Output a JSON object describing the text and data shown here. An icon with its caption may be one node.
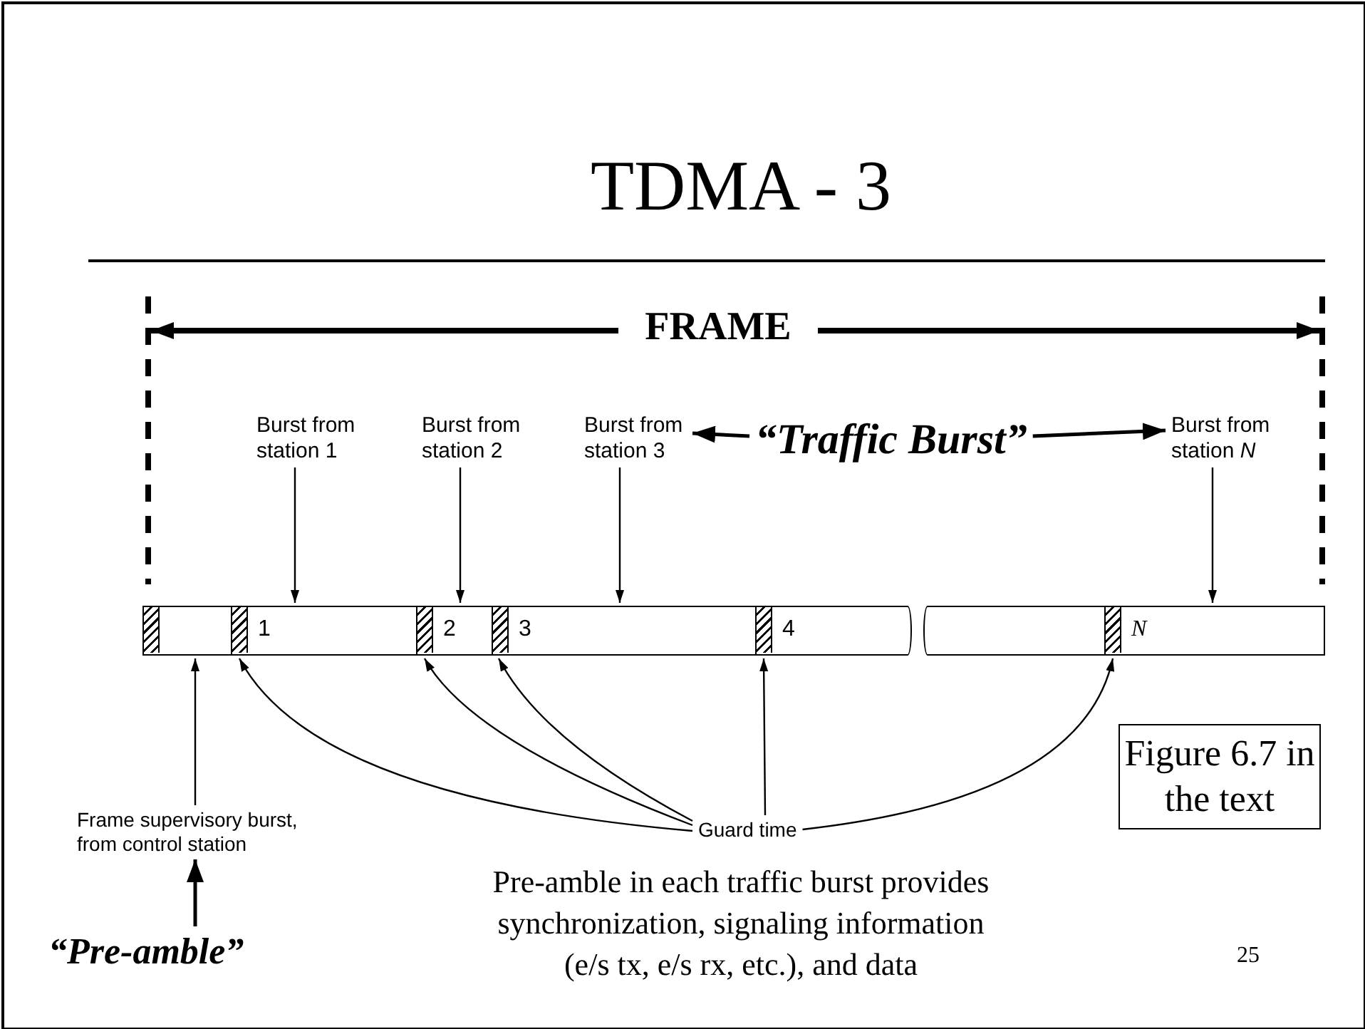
{
  "diagram": {
    "title": "TDMA - 3",
    "nodes": [
      {
        "text": [
          "Burst from station 1"
        ]
      },
      {
        "text": [
          "Burst from station 2"
        ]
      },
      {
        "text": [
          "Burst from station 3"
        ]
      },
      {
        "text": [
          "“Traffic Burst”"
        ]
      },
      {
        "text": [
          "Burst from station *N*"
        ]
      },
      {
        "text": [],
        "shape": "box"
      },
      {
        "text": [
          "1"
        ]
      },
      {
        "text": [
          "2"
        ]
      },
      {
        "text": [
          "3"
        ]
      },
      {
        "text": [
          "4"
        ]
      },
      {
        "text": [],
        "shape": "box"
      },
      {
        "text": [
          "N"
        ]
      },
      {
        "text": [
          "Frame supervisory burst, from control station"
        ]
      },
      {
        "text": [
          "Guard time"
        ]
      },
      {
        "text": [
          "“Pre-amble”"
        ]
      },
      {
        "text": [
          "Figure 6.7 in the text"
        ]
      }
    ],
    "edges": [
      {
        "from": 0,
        "to": 6,
        "arrow": "to"
      },
      {
        "from": 1,
        "to": 7,
        "arrow": "to"
      },
      {
        "from": 2,
        "to": 8,
        "arrow": "to"
      },
      {
        "from": 4,
        "to": 11,
        "arrow": "to"
      },
      {
        "from": 3,
        "to": 2,
        "arrow": "to"
      },
      {
        "from": 3,
        "to": 4,
        "arrow": "to"
      },
      {
        "from": 12,
        "to": 5,
        "arrow": "to"
      },
      {
        "from": 13,
        "to": 6,
        "arrow": "to"
      },
      {
        "from": 13,
        "to": 7,
        "arrow": "to"
      },
      {
        "from": 13,
        "to": 8,
        "arrow": "to"
      },
      {
        "from": 13,
        "to": 9,
        "arrow": "to"
      },
      {
        "from": 13,
        "to": 11,
        "arrow": "to"
      },
      {
        "from": 14,
        "to": 12,
        "arrow": "to"
      }
    ],
    "labels": [
      "FRAME",
      "Pre-amble in each traffic burst provides synchronization, signaling information (e/s tx, e/s rx, etc.), and data",
      "25"
    ]
  }
}
